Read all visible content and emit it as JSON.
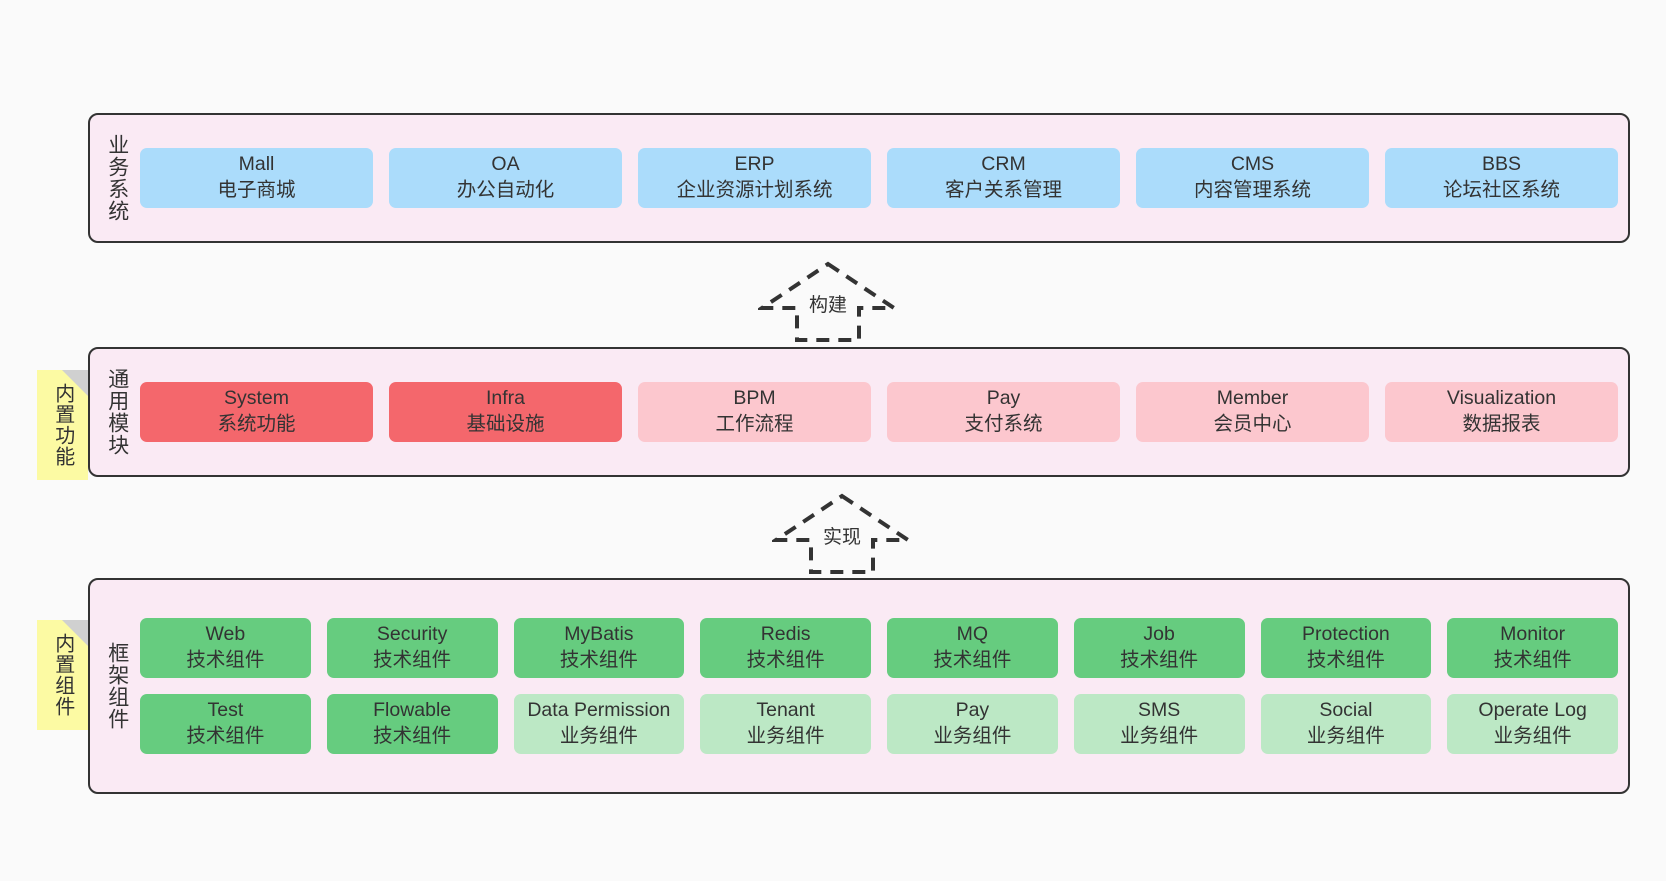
{
  "diagram": {
    "background_color": "#fafafa",
    "layer_fill": "#faeaf4",
    "layer_border": "#333333",
    "note_fill": "#fcfaa3",
    "colors": {
      "blue": "#abdcfb",
      "red": "#f4676c",
      "pink": "#fcc7ce",
      "green": "#66cc7f",
      "light_green": "#bce8c5"
    }
  },
  "layers": [
    {
      "id": "business-system",
      "title": "业务系统",
      "note": null,
      "rows": [
        {
          "cards": [
            {
              "name": "Mall",
              "sub": "电子商城",
              "color": "blue"
            },
            {
              "name": "OA",
              "sub": "办公自动化",
              "color": "blue"
            },
            {
              "name": "ERP",
              "sub": "企业资源计划系统",
              "color": "blue"
            },
            {
              "name": "CRM",
              "sub": "客户关系管理",
              "color": "blue"
            },
            {
              "name": "CMS",
              "sub": "内容管理系统",
              "color": "blue"
            },
            {
              "name": "BBS",
              "sub": "论坛社区系统",
              "color": "blue"
            }
          ]
        }
      ]
    },
    {
      "id": "common-module",
      "title": "通用模块",
      "note": "内置功能",
      "rows": [
        {
          "cards": [
            {
              "name": "System",
              "sub": "系统功能",
              "color": "red"
            },
            {
              "name": "Infra",
              "sub": "基础设施",
              "color": "red"
            },
            {
              "name": "BPM",
              "sub": "工作流程",
              "color": "pink"
            },
            {
              "name": "Pay",
              "sub": "支付系统",
              "color": "pink"
            },
            {
              "name": "Member",
              "sub": "会员中心",
              "color": "pink"
            },
            {
              "name": "Visualization",
              "sub": "数据报表",
              "color": "pink"
            }
          ]
        }
      ]
    },
    {
      "id": "framework-component",
      "title": "框架组件",
      "note": "内置组件",
      "rows": [
        {
          "cards": [
            {
              "name": "Web",
              "sub": "技术组件",
              "color": "green"
            },
            {
              "name": "Security",
              "sub": "技术组件",
              "color": "green"
            },
            {
              "name": "MyBatis",
              "sub": "技术组件",
              "color": "green"
            },
            {
              "name": "Redis",
              "sub": "技术组件",
              "color": "green"
            },
            {
              "name": "MQ",
              "sub": "技术组件",
              "color": "green"
            },
            {
              "name": "Job",
              "sub": "技术组件",
              "color": "green"
            },
            {
              "name": "Protection",
              "sub": "技术组件",
              "color": "green"
            },
            {
              "name": "Monitor",
              "sub": "技术组件",
              "color": "green"
            }
          ]
        },
        {
          "cards": [
            {
              "name": "Test",
              "sub": "技术组件",
              "color": "green"
            },
            {
              "name": "Flowable",
              "sub": "技术组件",
              "color": "green"
            },
            {
              "name": "Data Permission",
              "sub": "业务组件",
              "color": "light_green"
            },
            {
              "name": "Tenant",
              "sub": "业务组件",
              "color": "light_green"
            },
            {
              "name": "Pay",
              "sub": "业务组件",
              "color": "light_green"
            },
            {
              "name": "SMS",
              "sub": "业务组件",
              "color": "light_green"
            },
            {
              "name": "Social",
              "sub": "业务组件",
              "color": "light_green"
            },
            {
              "name": "Operate Log",
              "sub": "业务组件",
              "color": "light_green"
            }
          ]
        }
      ]
    }
  ],
  "arrows": [
    {
      "id": "build",
      "label": "构建",
      "direction": "up"
    },
    {
      "id": "implement",
      "label": "实现",
      "direction": "up"
    }
  ]
}
